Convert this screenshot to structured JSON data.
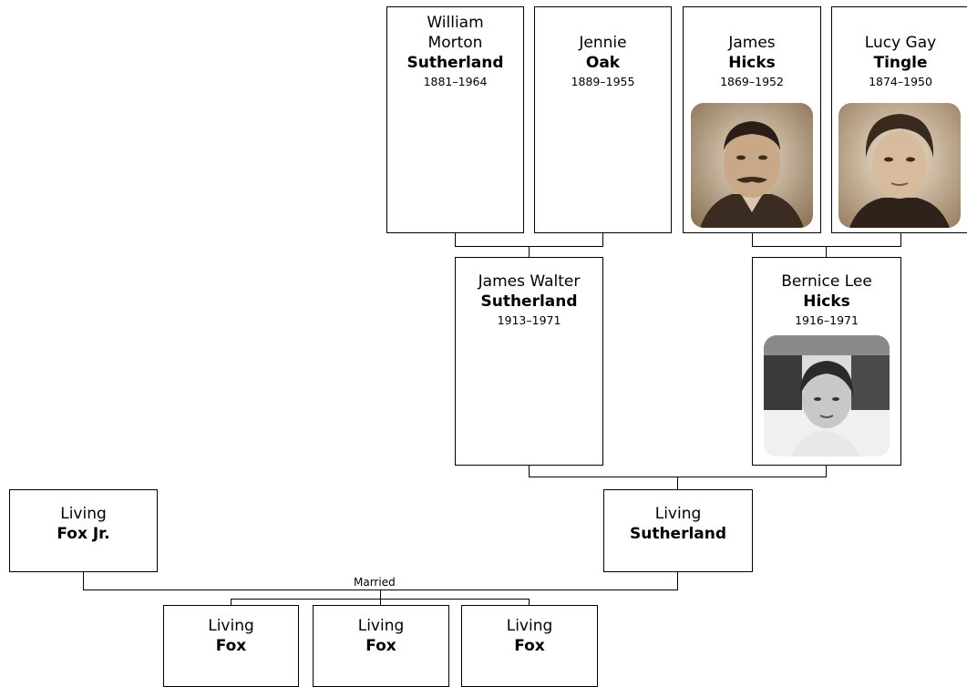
{
  "colors": {
    "border": "#000000",
    "background": "#ffffff",
    "photo_sepia": "#b89a78"
  },
  "people": {
    "william": {
      "first": "William Morton",
      "last": "Sutherland",
      "dates": "1881–1964"
    },
    "jennie": {
      "first": "Jennie",
      "last": "Oak",
      "dates": "1889–1955"
    },
    "jamesh": {
      "first": "James",
      "last": "Hicks",
      "dates": "1869–1952",
      "photo": "portrait-man"
    },
    "lucy": {
      "first": "Lucy Gay",
      "last": "Tingle",
      "dates": "1874–1950",
      "photo": "portrait-woman"
    },
    "jamesw": {
      "first": "James Walter",
      "last": "Sutherland",
      "dates": "1913–1971"
    },
    "bernice": {
      "first": "Bernice Lee",
      "last": "Hicks",
      "dates": "1916–1971",
      "photo": "portrait-girl"
    },
    "livingSutherland": {
      "first": "Living",
      "last": "Sutherland"
    },
    "livingFoxJr": {
      "first": "Living",
      "last": "Fox Jr."
    },
    "child1": {
      "first": "Living",
      "last": "Fox"
    },
    "child2": {
      "first": "Living",
      "last": "Fox"
    },
    "child3": {
      "first": "Living",
      "last": "Fox"
    }
  },
  "marriage_label": "Married"
}
